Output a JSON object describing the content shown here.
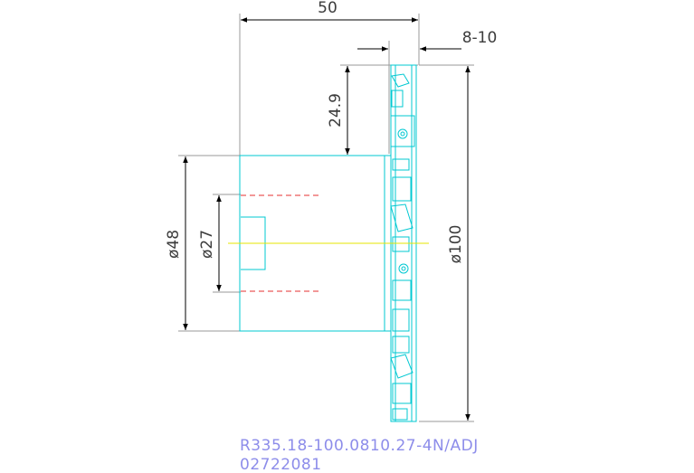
{
  "drawing": {
    "title": "R335.18-100.0810.27-4N/ADJ",
    "part_number": "02722081",
    "dimensions": {
      "overall_length": "50",
      "insert_width": "8-10",
      "height_to_center": "24.9",
      "body_diameter": "ø48",
      "bore_diameter": "ø27",
      "cutter_diameter": "ø100"
    }
  },
  "colors": {
    "background": "#ffffff",
    "dimension_lines": "#000000",
    "extension_lines": "#9a9a9a",
    "part_outline": "#00c8d2",
    "bore_hidden": "#e43232",
    "center_line": "#e6e600",
    "caption": "#8d8dea"
  }
}
